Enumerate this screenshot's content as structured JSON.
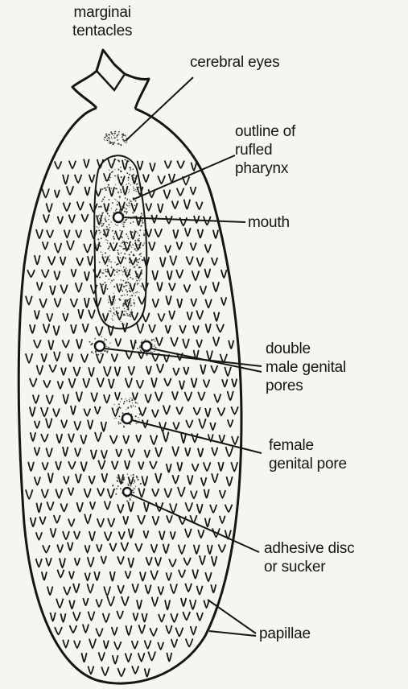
{
  "labels": {
    "marginal_tentacles": [
      "marginai",
      "tentacles"
    ],
    "cerebral_eyes": [
      "cerebral eyes"
    ],
    "pharynx_outline": [
      "outline of",
      "rufled",
      "pharynx"
    ],
    "mouth": [
      "mouth"
    ],
    "male_pores": [
      "double",
      "male genital",
      "pores"
    ],
    "female_pore": [
      "female",
      "genital pore"
    ],
    "adhesive_disc": [
      "adhesive disc",
      "or sucker"
    ],
    "papillae": [
      "papillae"
    ]
  },
  "colors": {
    "background": "#f7f5ef",
    "ink": "#161616",
    "stipple": "#3a3a3a"
  }
}
